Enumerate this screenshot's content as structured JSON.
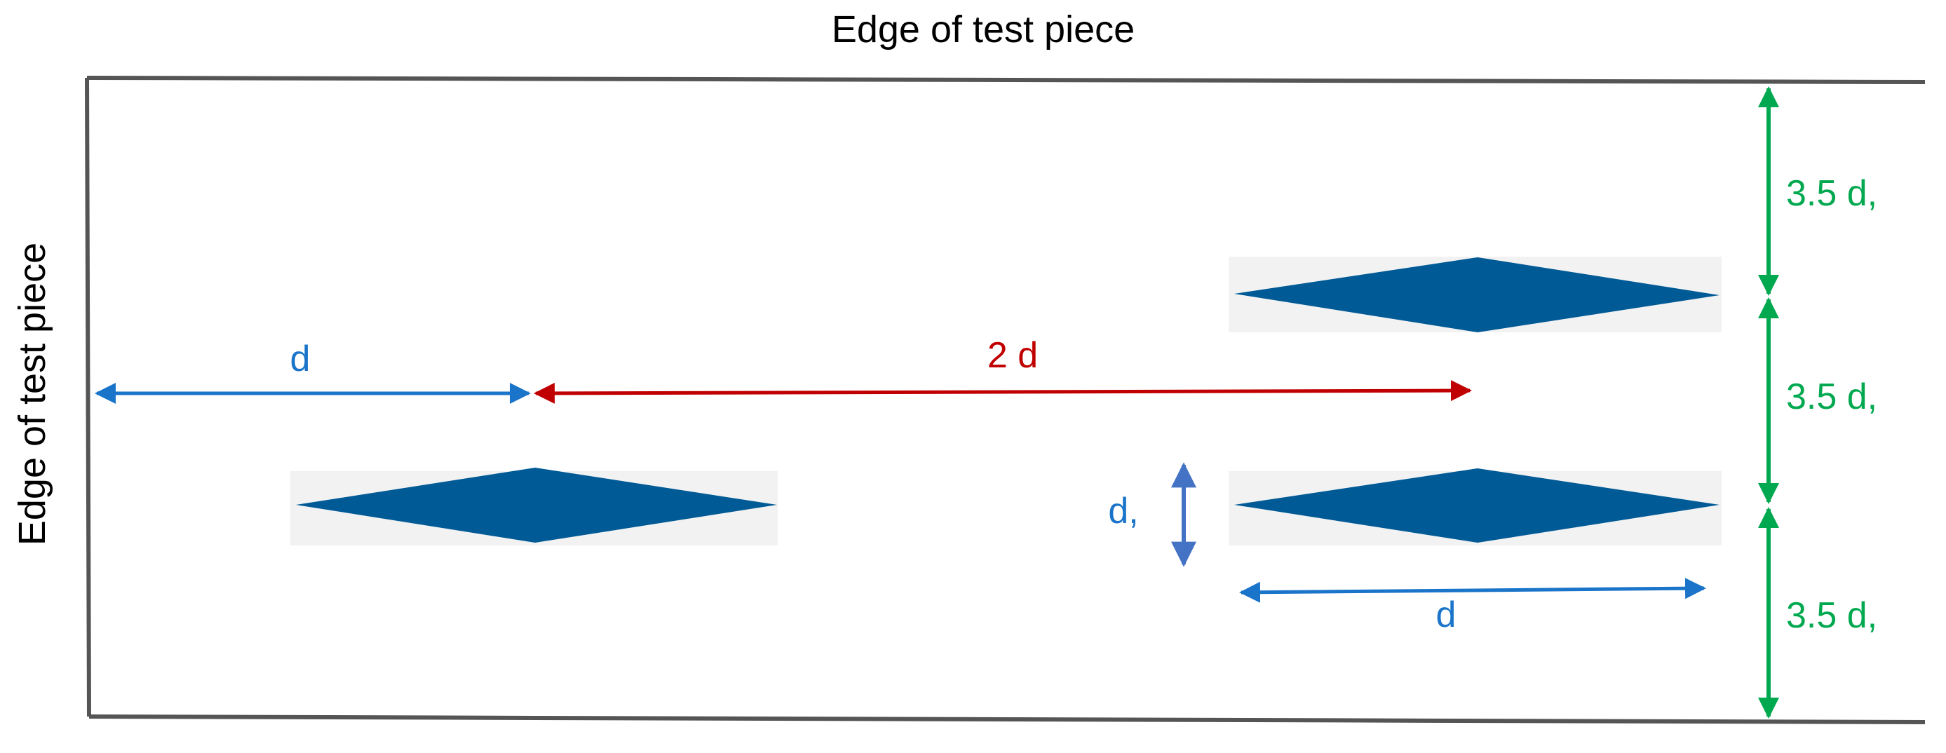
{
  "labels": {
    "top_edge": "Edge of test piece",
    "left_edge": "Edge of test piece",
    "dim_d_left": "d",
    "dim_2d": "2 d",
    "dim_d_vertical": "d,",
    "dim_d_bottom": "d",
    "spacing_top": "3.5 d,",
    "spacing_middle": "3.5 d,",
    "spacing_bottom": "3.5 d,"
  },
  "colors": {
    "indent": "#005a96",
    "blue_dim": "#1a74c9",
    "vertical_dim": "#4472c4",
    "red_dim": "#c00000",
    "green_dim": "#00a84f",
    "edge": "#555555",
    "text": "#000000"
  }
}
